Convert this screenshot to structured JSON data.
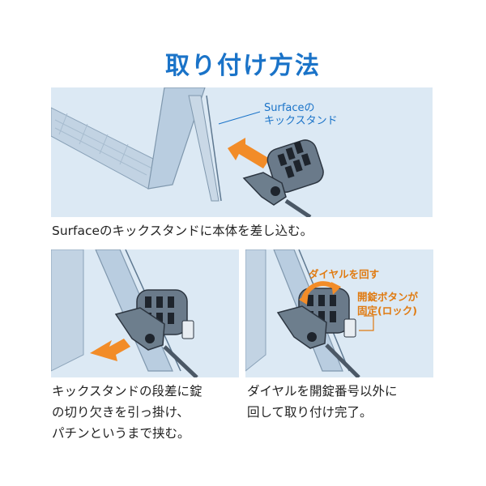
{
  "title": "取り付け方法",
  "panel1": {
    "label_line1": "Surfaceの",
    "label_line2": "キックスタンド",
    "caption": "Surfaceのキックスタンドに本体を差し込む。"
  },
  "panel2": {
    "caption_line1": "キックスタンドの段差に錠",
    "caption_line2": "の切り欠きを引っ掛け、",
    "caption_line3": "パチンというまで挟む。"
  },
  "panel3": {
    "dial_label": "ダイヤルを回す",
    "button_label_line1": "開錠ボタンが",
    "button_label_line2": "固定(ロック)",
    "caption_line1": "ダイヤルを開錠番号以外に",
    "caption_line2": "回して取り付け完了。"
  },
  "colors": {
    "title": "#1a73c8",
    "panel_bg": "#dce9f4",
    "arrow": "#f28c28",
    "label_blue": "#1a73c8",
    "label_orange": "#e07b12"
  }
}
